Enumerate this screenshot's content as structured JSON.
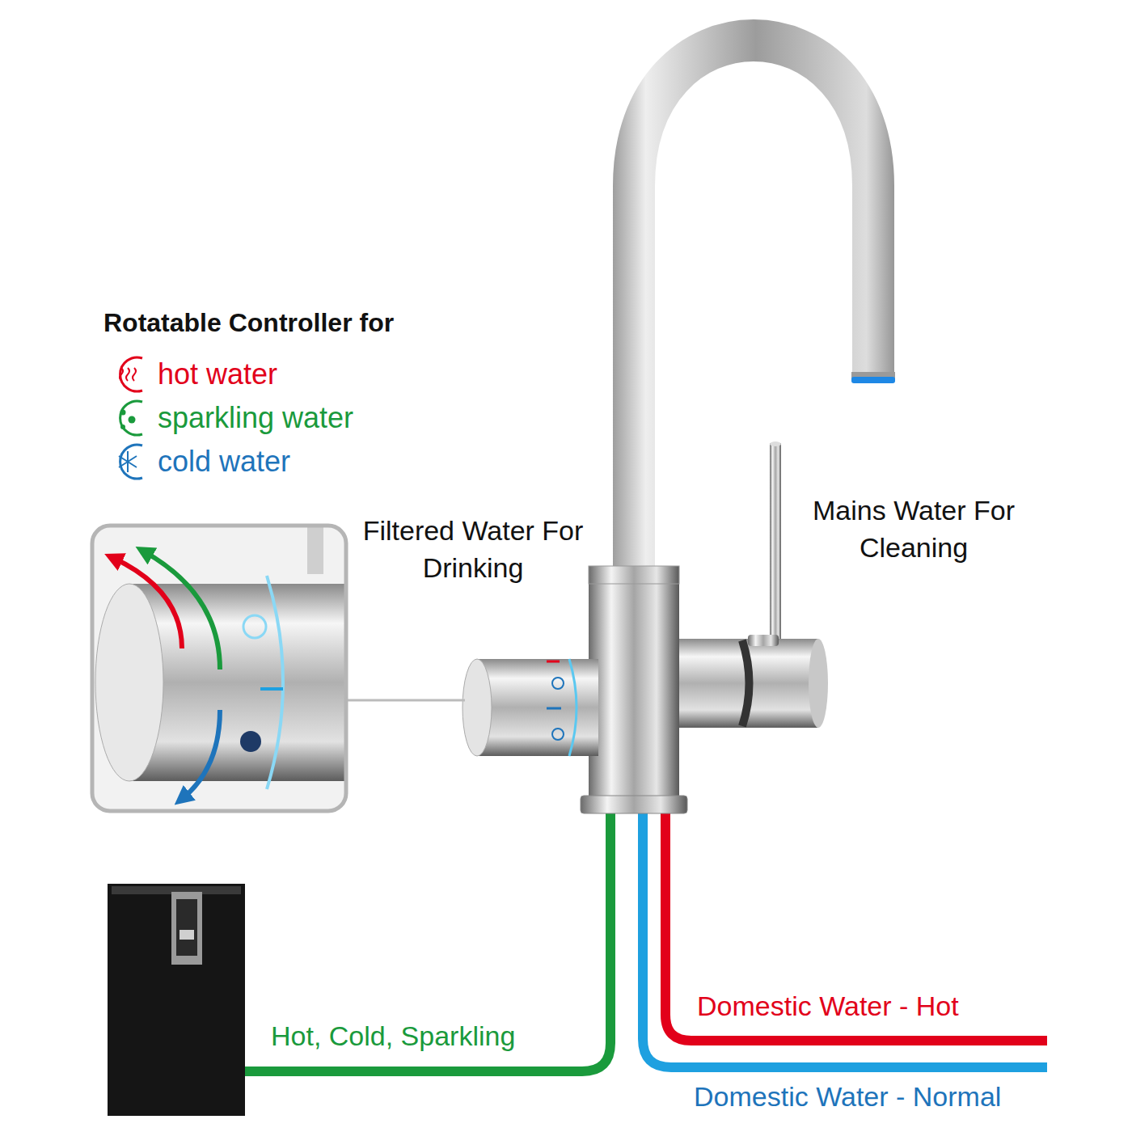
{
  "diagram": {
    "title": "Rotatable Controller for",
    "labels": [
      "Filtered Water For Drinking",
      "Mains Water For Cleaning",
      "Hot, Cold, Sparkling",
      "Domestic Water - Hot",
      "Domestic Water - Normal"
    ],
    "legend": [
      {
        "text": "hot water"
      },
      {
        "text": "sparkling water"
      },
      {
        "text": "cold water"
      }
    ]
  }
}
